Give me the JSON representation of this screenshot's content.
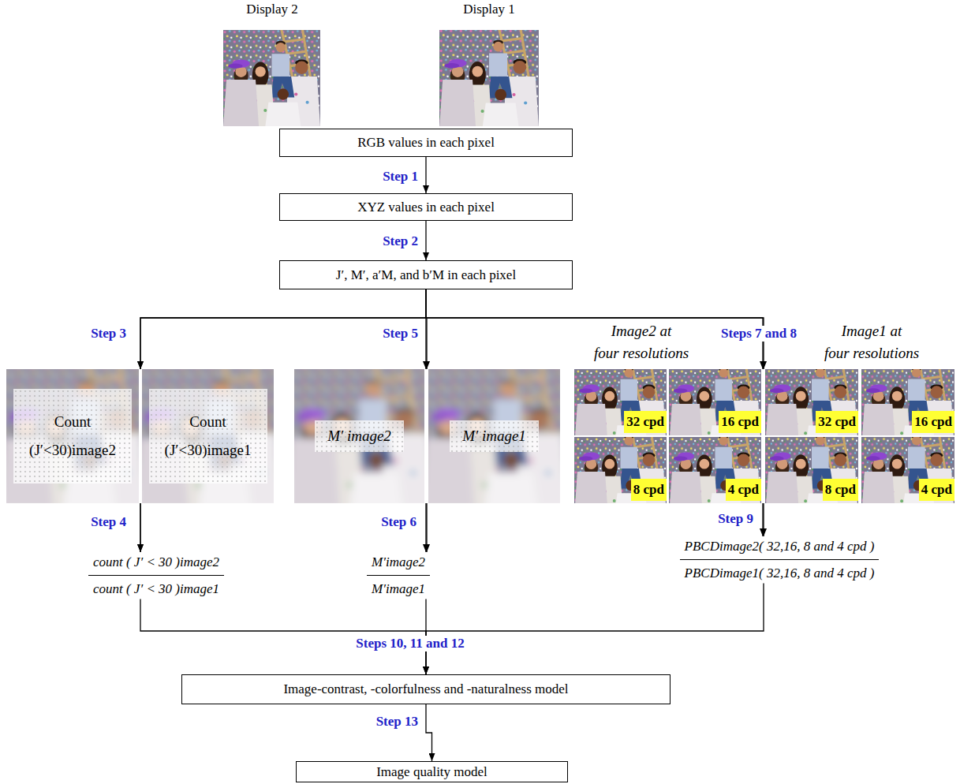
{
  "diagram": {
    "nodes": [
      {
        "text": [
          "RGB values in each pixel"
        ]
      },
      {
        "text": [
          "XYZ values in each pixel"
        ]
      },
      {
        "text": [
          "J′, M′, a′M, and b′M in each pixel"
        ]
      },
      {
        "text": [
          "Count (J′<30)image2"
        ]
      },
      {
        "text": [
          "Count (J′<30)image1"
        ]
      },
      {
        "text": [
          "M′ image2"
        ]
      },
      {
        "text": [
          "M′ image1"
        ]
      },
      {
        "text": [
          "Image2 at four resolutions"
        ]
      },
      {
        "text": [
          "32 cpd"
        ],
        "in": 7
      },
      {
        "text": [
          "16 cpd"
        ],
        "in": 7
      },
      {
        "text": [
          "8 cpd"
        ],
        "in": 7
      },
      {
        "text": [
          "4 cpd"
        ],
        "in": 7
      },
      {
        "text": [
          "Image1 at four resolutions"
        ]
      },
      {
        "text": [
          "32 cpd"
        ],
        "in": 12
      },
      {
        "text": [
          "16 cpd"
        ],
        "in": 12
      },
      {
        "text": [
          "8 cpd"
        ],
        "in": 12
      },
      {
        "text": [
          "4 cpd"
        ],
        "in": 12
      },
      {
        "text": [
          "count ( J′ < 30 )image2",
          "count ( J′ < 30 )image1"
        ]
      },
      {
        "text": [
          "M′image2",
          "M′image1"
        ]
      },
      {
        "text": [
          "PBCDimage2( 32,16, 8 and 4 cpd )",
          "PBCDimage1( 32,16, 8 and 4 cpd )"
        ]
      },
      {
        "text": [
          "Image-contrast, -colorfulness and -naturalness model"
        ]
      },
      {
        "text": [
          "Image quality model"
        ]
      }
    ],
    "edges": [
      {
        "from": 0,
        "to": 1,
        "label": "Step 1",
        "arrow": "to"
      },
      {
        "from": 1,
        "to": 2,
        "label": "Step 2",
        "arrow": "to"
      },
      {
        "from": 2,
        "to": 3,
        "label": "Step 3",
        "arrow": "to"
      },
      {
        "from": 2,
        "to": 4,
        "arrow": "to"
      },
      {
        "from": 2,
        "to": 5,
        "label": "Step 5",
        "arrow": "to"
      },
      {
        "from": 2,
        "to": 6,
        "arrow": "to"
      },
      {
        "from": 2,
        "to": 7,
        "label": "Steps 7 and 8",
        "arrow": "to"
      },
      {
        "from": 2,
        "to": 12,
        "arrow": "to"
      },
      {
        "from": 3,
        "to": 17,
        "label": "Step 4",
        "arrow": "to"
      },
      {
        "from": 4,
        "to": 17,
        "arrow": "to"
      },
      {
        "from": 5,
        "to": 18,
        "label": "Step 6",
        "arrow": "to"
      },
      {
        "from": 6,
        "to": 18,
        "arrow": "to"
      },
      {
        "from": 7,
        "to": 19,
        "label": "Step 9",
        "arrow": "to"
      },
      {
        "from": 12,
        "to": 19,
        "arrow": "to"
      },
      {
        "from": 17,
        "to": 20,
        "arrow": "to"
      },
      {
        "from": 18,
        "to": 20,
        "label": "Steps 10, 11 and 12",
        "arrow": "to"
      },
      {
        "from": 19,
        "to": 20,
        "arrow": "to"
      },
      {
        "from": 20,
        "to": 21,
        "label": "Step 13",
        "arrow": "to"
      }
    ],
    "labels": [
      "Display 2",
      "Display 1"
    ]
  }
}
